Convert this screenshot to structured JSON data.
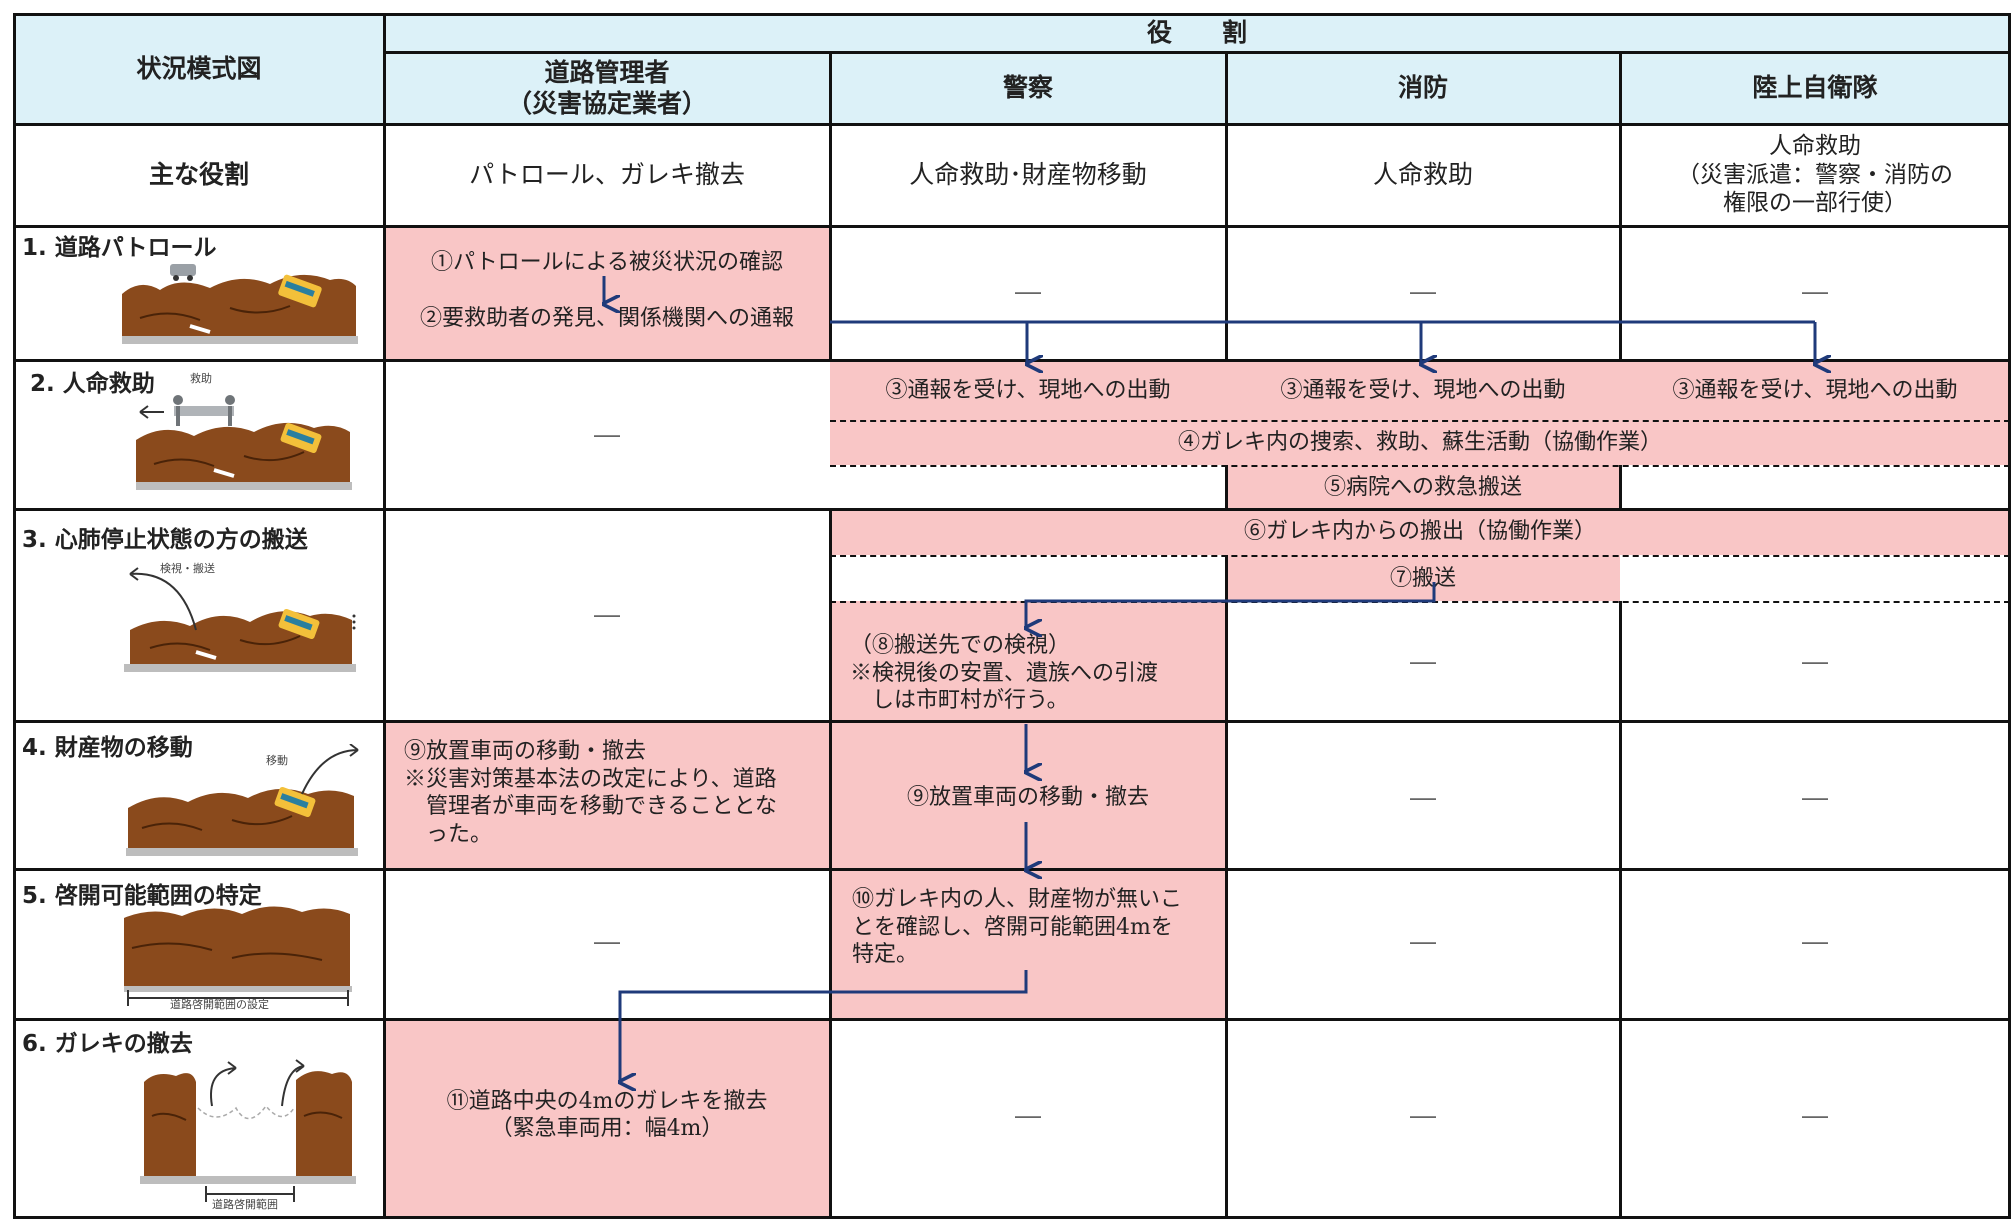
{
  "header": {
    "diagram_col": "状況模式図",
    "roles": "役　　割",
    "road_admin": "道路管理者\n（災害協定業者）",
    "police": "警察",
    "fire": "消防",
    "sdf": "陸上自衛隊"
  },
  "main_role": {
    "label": "主な役割",
    "road_admin": "パトロール、ガレキ撤去",
    "police": "人命救助･財産物移動",
    "fire": "人命救助",
    "sdf": "人命救助\n（災害派遣：警察・消防の\n権限の一部行使）"
  },
  "rows": [
    {
      "label": "1. 道路パトロール",
      "road_admin": [
        "①パトロールによる被災状況の確認",
        "②要救助者の発見、関係機関への通報"
      ],
      "police": "―",
      "fire": "―",
      "sdf": "―"
    },
    {
      "label": "2. 人命救助",
      "tag": "救助",
      "road_admin": "―",
      "police": "③通報を受け、現地への出動",
      "fire": "③通報を受け、現地への出動",
      "sdf": "③通報を受け、現地への出動",
      "joint": "④ガレキ内の捜索、救助、蘇生活動（協働作業）",
      "fire_transport": "⑤病院への救急搬送"
    },
    {
      "label": "3. 心肺停止状態の方の搬送",
      "tag": "検視・搬送",
      "road_admin": "―",
      "joint": "⑥ガレキ内からの搬出（協働作業）",
      "fire_transport": "⑦搬送",
      "police": "（⑧搬送先での検視）\n※検視後の安置、遺族への引渡\n　しは市町村が行う。",
      "fire": "―",
      "sdf": "―"
    },
    {
      "label": "4. 財産物の移動",
      "tag": "移動",
      "road_admin": "⑨放置車両の移動・撤去\n※災害対策基本法の改定により、道路\n　管理者が車両を移動できることとな\n　った。",
      "police": "⑨放置車両の移動・撤去",
      "fire": "―",
      "sdf": "―"
    },
    {
      "label": "5. 啓開可能範囲の特定",
      "tag": "道路啓開範囲の設定",
      "road_admin": "―",
      "police": "⑩ガレキ内の人、財産物が無いこ\nとを確認し、啓開可能範囲4mを\n特定。",
      "fire": "―",
      "sdf": "―"
    },
    {
      "label": "6. ガレキの撤去",
      "tag": "道路啓開範囲",
      "road_admin": "⑪道路中央の4mのガレキを撤去\n（緊急車両用：幅4m）",
      "police": "―",
      "fire": "―",
      "sdf": "―"
    }
  ]
}
